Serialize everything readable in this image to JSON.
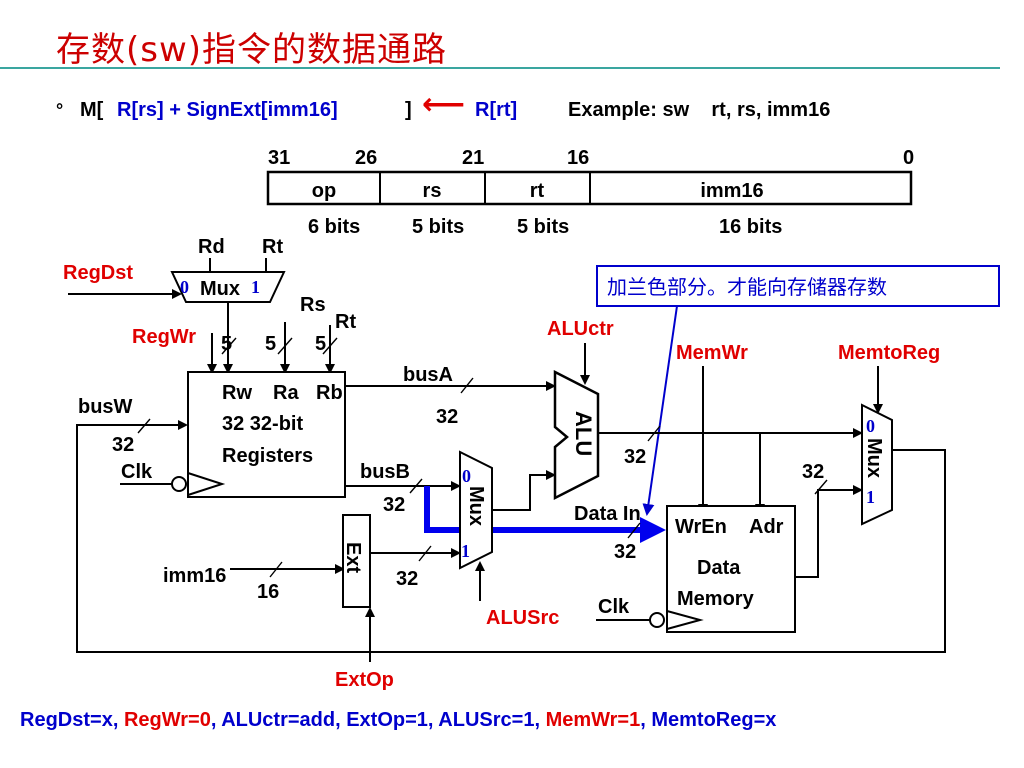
{
  "title": "存数(sw)指令的数据通路",
  "rtl": {
    "bullet": "°",
    "prefix": "M[",
    "addr_expr": "R[rs] + SignExt[imm16]",
    "close": "]",
    "arrow": "⟵",
    "src": "R[rt]",
    "example": "Example: sw    rt, rs, imm16"
  },
  "instruction_format": {
    "bit_positions": [
      "31",
      "26",
      "21",
      "16",
      "0"
    ],
    "fields": [
      "op",
      "rs",
      "rt",
      "imm16"
    ],
    "widths": [
      "6 bits",
      "5 bits",
      "5 bits",
      "16 bits"
    ]
  },
  "callout": "加兰色部分。才能向存储器存数",
  "labels": {
    "rd": "Rd",
    "rt_top": "Rt",
    "regdst": "RegDst",
    "mux0": "0",
    "mux": "Mux",
    "mux1": "1",
    "rs": "Rs",
    "rt_mid": "Rt",
    "regwr": "RegWr",
    "five_a": "5",
    "five_b": "5",
    "five_c": "5",
    "busw": "busW",
    "busw_width": "32",
    "clk_reg": "Clk",
    "reg_rw": "Rw",
    "reg_ra": "Ra",
    "reg_rb": "Rb",
    "reg_line2": "32 32-bit",
    "reg_line3": "Registers",
    "busa": "busA",
    "busa_width": "32",
    "busb": "busB",
    "busb_width": "32",
    "aluctr": "ALUctr",
    "alu": "ALU",
    "alu_out_width": "32",
    "alusrc_mux0": "0",
    "alusrc_mux": "Mux",
    "alusrc_mux1": "1",
    "alusrc": "ALUSrc",
    "imm16": "imm16",
    "imm16_width": "16",
    "ext": "Ext",
    "ext_width": "32",
    "extop": "ExtOp",
    "memwr": "MemWr",
    "memtoreg": "MemtoReg",
    "data_in": "Data In",
    "data_in_width": "32",
    "mem_wren": "WrEn",
    "mem_adr": "Adr",
    "mem_data": "Data",
    "mem_memory": "Memory",
    "clk_mem": "Clk",
    "out_mux0": "0",
    "out_mux": "Mux",
    "out_mux1": "1",
    "mem_out_width": "32"
  },
  "signals": [
    {
      "text": "RegDst=x",
      "color": "#0000cc"
    },
    {
      "text": ", ",
      "color": "#0000cc"
    },
    {
      "text": "RegWr=0",
      "color": "#e00000"
    },
    {
      "text": ", ALUctr=add, ExtOp=1, ALUSrc=1, ",
      "color": "#0000cc"
    },
    {
      "text": "MemWr=1",
      "color": "#e00000"
    },
    {
      "text": ", MemtoReg=x",
      "color": "#0000cc"
    }
  ],
  "colors": {
    "title": "#cc0000",
    "rule": "#3aa6a0",
    "control_red": "#e00000",
    "blue": "#0000cc",
    "highlight_path": "#0000ee",
    "callout_border": "#0000cc"
  }
}
